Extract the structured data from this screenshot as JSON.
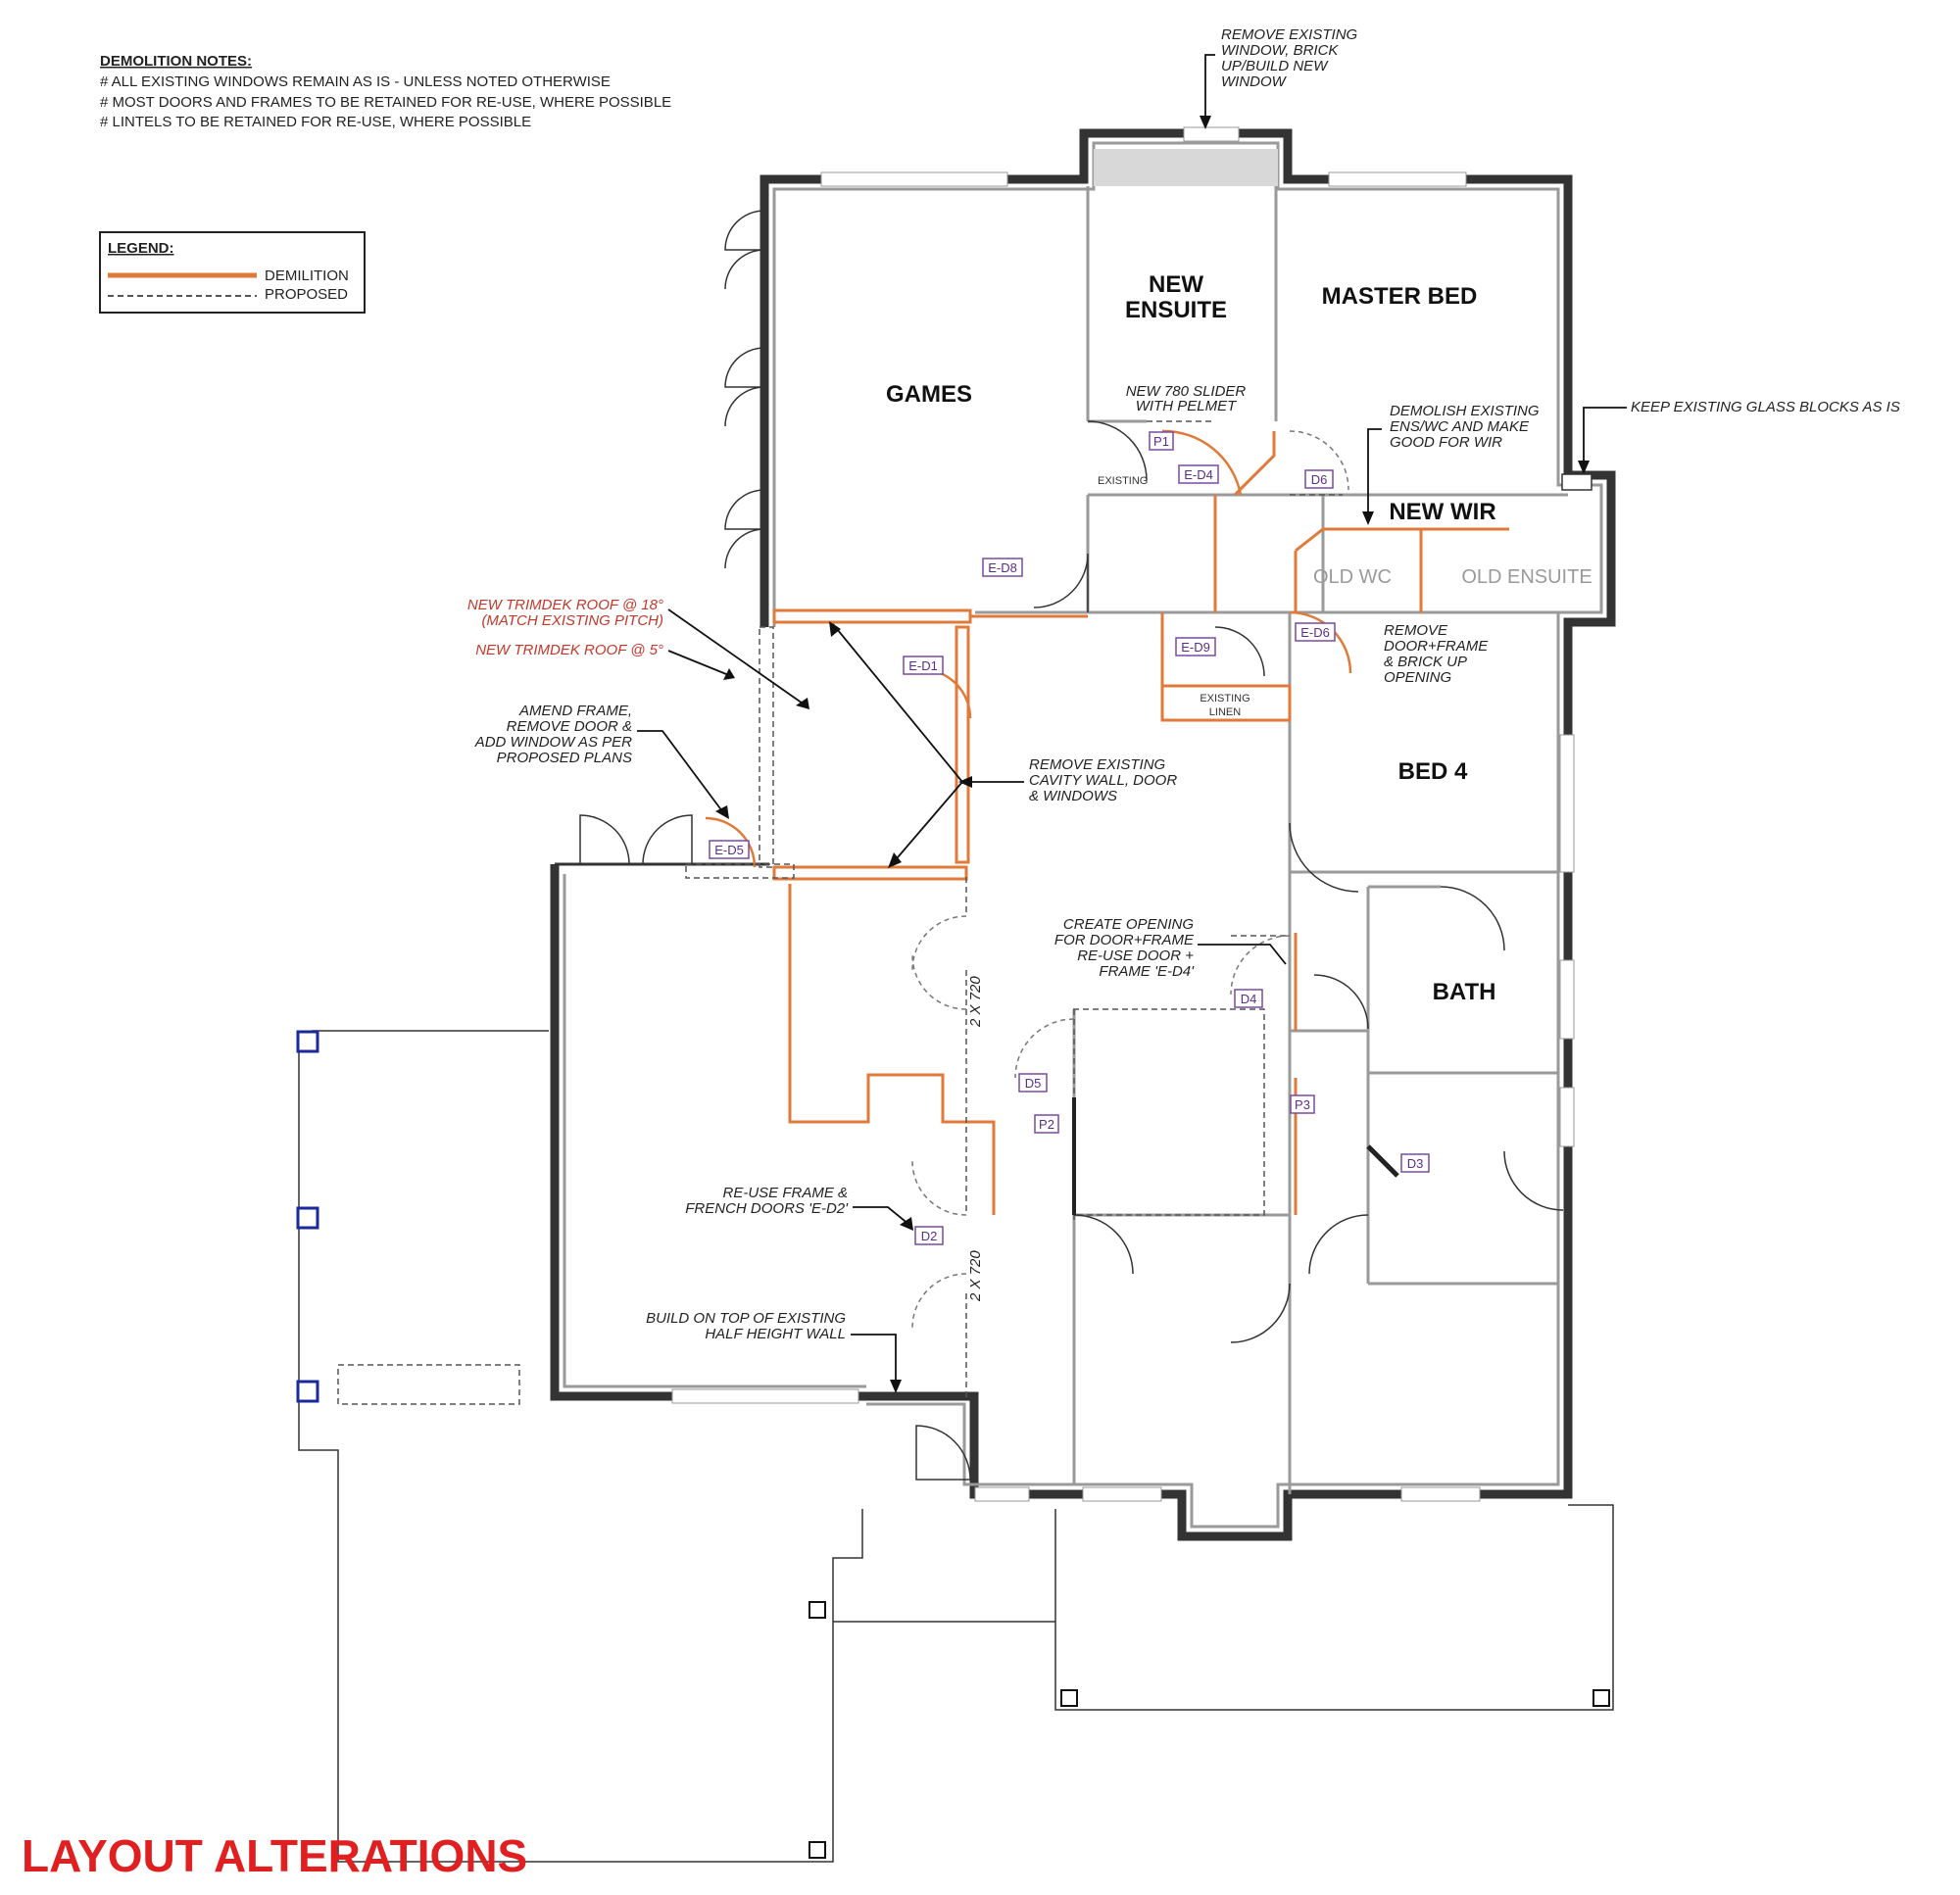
{
  "notes": {
    "heading": "DEMOLITION NOTES:",
    "lines": [
      "# ALL EXISTING WINDOWS REMAIN AS IS - UNLESS NOTED OTHERWISE",
      "# MOST DOORS AND FRAMES TO BE RETAINED FOR RE-USE, WHERE POSSIBLE",
      "# LINTELS TO BE RETAINED FOR RE-USE, WHERE POSSIBLE"
    ]
  },
  "legend": {
    "title": "LEGEND:",
    "items": [
      {
        "label": "DEMILITION",
        "color": "#e07a3a"
      },
      {
        "label": "PROPOSED",
        "color": "#555555"
      }
    ]
  },
  "rooms": {
    "games": "GAMES",
    "new_ensuite_1": "NEW",
    "new_ensuite_2": "ENSUITE",
    "master_bed": "MASTER BED",
    "new_wir": "NEW WIR",
    "old_wc": "OLD WC",
    "old_ensuite": "OLD ENSUITE",
    "bed4": "BED 4",
    "bath": "BATH",
    "existing_linen_1": "EXISTING",
    "existing_linen_2": "LINEN"
  },
  "annotations": {
    "remove_window": [
      "REMOVE EXISTING",
      "WINDOW, BRICK",
      "UP/BUILD NEW",
      "WINDOW"
    ],
    "new_slider": [
      "NEW 780 SLIDER",
      "WITH PELMET"
    ],
    "demolish_ens": [
      "DEMOLISH EXISTING",
      "ENS/WC AND MAKE",
      "GOOD FOR WIR"
    ],
    "keep_glass": "KEEP EXISTING GLASS BLOCKS AS IS",
    "roof_18": [
      "NEW TRIMDEK ROOF @ 18°",
      "(MATCH EXISTING PITCH)"
    ],
    "roof_5": "NEW TRIMDEK ROOF @ 5°",
    "amend_frame": [
      "AMEND FRAME,",
      "REMOVE DOOR &",
      "ADD WINDOW AS PER",
      "PROPOSED PLANS"
    ],
    "remove_cavity": [
      "REMOVE EXISTING",
      "CAVITY WALL, DOOR",
      "& WINDOWS"
    ],
    "remove_door_frame": [
      "REMOVE",
      "DOOR+FRAME",
      "& BRICK UP",
      "OPENING"
    ],
    "create_opening": [
      "CREATE OPENING",
      "FOR DOOR+FRAME",
      "RE-USE DOOR +",
      "FRAME 'E-D4'"
    ],
    "reuse_frame": [
      "RE-USE FRAME &",
      "FRENCH DOORS 'E-D2'"
    ],
    "build_on_top": [
      "BUILD ON TOP OF EXISTING",
      "HALF HEIGHT WALL"
    ],
    "dim_1": "2 X 720",
    "dim_2": "2 X 720",
    "existing": "EXISTING"
  },
  "tags": {
    "p1": "P1",
    "ed4": "E-D4",
    "d6": "D6",
    "ed8": "E-D8",
    "ed1": "E-D1",
    "ed9": "E-D9",
    "ed6": "E-D6",
    "ed5": "E-D5",
    "d4": "D4",
    "d5": "D5",
    "p2": "P2",
    "d2": "D2",
    "p3": "P3",
    "d3": "D3"
  },
  "title": "LAYOUT ALTERATIONS"
}
